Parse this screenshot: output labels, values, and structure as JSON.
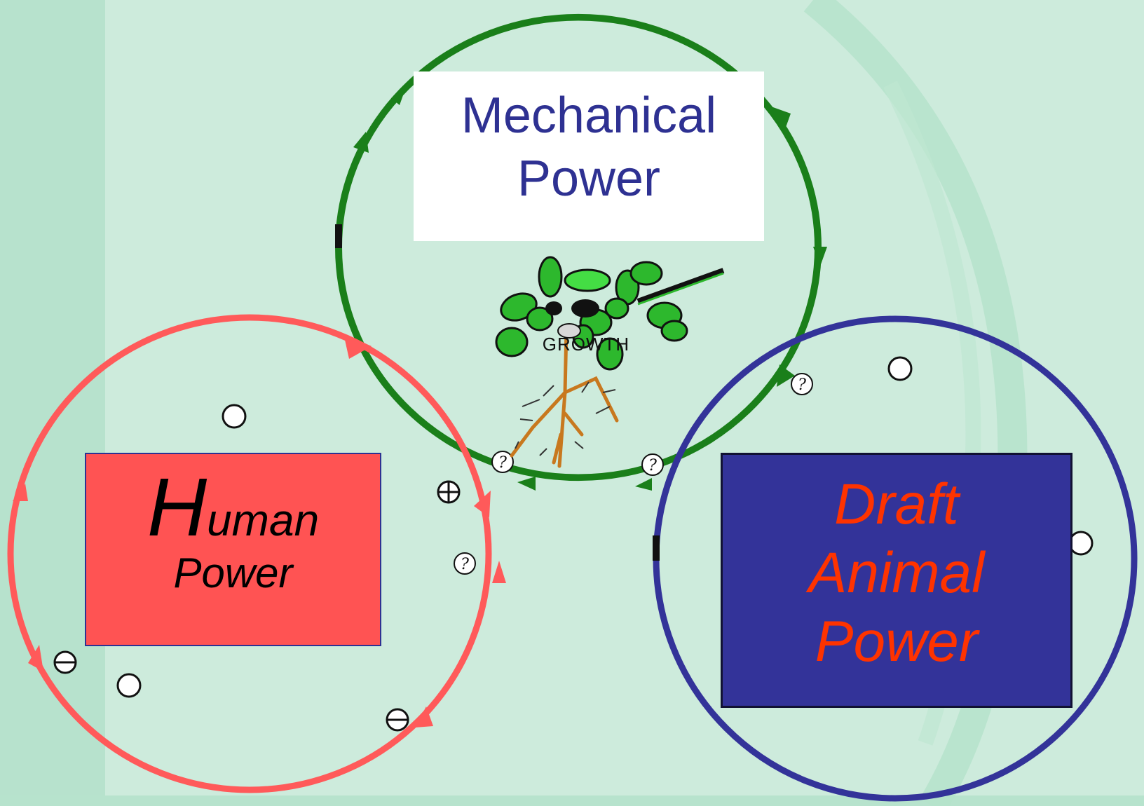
{
  "boxes": {
    "mechanical": {
      "line1": "Mechanical",
      "line2": "Power"
    },
    "human": {
      "initial": "H",
      "rest": "uman",
      "line2": "Power"
    },
    "draft": {
      "line1": "Draft",
      "line2": "Animal",
      "line3": "Power"
    }
  },
  "plant": {
    "label": "GROWTH"
  },
  "colors": {
    "background": "#cdebdc",
    "mechanical_circle": "#1a7f1a",
    "human_circle": "#ff5a5a",
    "draft_circle": "#333399",
    "human_box": "#ff5353",
    "draft_box": "#333399",
    "mechanical_text": "#2e3192",
    "draft_text": "#ff3300",
    "leaf": "#2db82d",
    "root": "#c8781e"
  },
  "icons": [
    "question-mark-icon",
    "plus-circle-icon",
    "minus-circle-icon",
    "empty-circle-icon",
    "plant-icon"
  ]
}
